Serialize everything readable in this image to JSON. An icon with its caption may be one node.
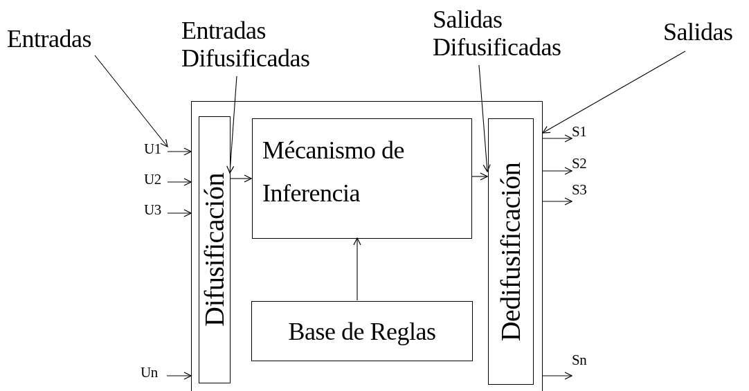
{
  "diagram": {
    "nodes": [
      {
        "text": [
          "Entradas"
        ]
      },
      {
        "text": [
          "Entradas Difusificadas"
        ]
      },
      {
        "text": [
          "Salidas Difusificadas"
        ]
      },
      {
        "text": [
          "Salidas"
        ]
      },
      {
        "text": [],
        "shape": "box"
      },
      {
        "text": [
          "Difusificación"
        ],
        "in": 4
      },
      {
        "text": [
          "Mécanismo de Inferencia"
        ],
        "in": 4
      },
      {
        "text": [
          "Base de Reglas"
        ],
        "in": 4
      },
      {
        "text": [
          "Dedifusificación"
        ],
        "in": 4
      },
      {
        "text": [
          "U1"
        ]
      },
      {
        "text": [
          "U2"
        ]
      },
      {
        "text": [
          "U3"
        ]
      },
      {
        "text": [
          "Un"
        ]
      },
      {
        "text": [
          "S1"
        ]
      },
      {
        "text": [
          "S2"
        ]
      },
      {
        "text": [
          "S3"
        ]
      },
      {
        "text": [
          "Sn"
        ]
      }
    ],
    "edges": [
      {
        "from": 0,
        "to": 9,
        "arrow": "to"
      },
      {
        "from": 1,
        "to": 5,
        "arrow": "to"
      },
      {
        "from": 2,
        "to": 8,
        "arrow": "to"
      },
      {
        "from": 3,
        "to": 4,
        "arrow": "to"
      },
      {
        "from": 9,
        "to": 4,
        "arrow": "to"
      },
      {
        "from": 10,
        "to": 4,
        "arrow": "to"
      },
      {
        "from": 11,
        "to": 4,
        "arrow": "to"
      },
      {
        "from": 12,
        "to": 4,
        "arrow": "to"
      },
      {
        "from": 5,
        "to": 6,
        "arrow": "to"
      },
      {
        "from": 6,
        "to": 8,
        "arrow": "to"
      },
      {
        "from": 7,
        "to": 6,
        "arrow": "to"
      },
      {
        "from": 4,
        "to": 13,
        "arrow": "to"
      },
      {
        "from": 4,
        "to": 14,
        "arrow": "to"
      },
      {
        "from": 4,
        "to": 15,
        "arrow": "to"
      },
      {
        "from": 4,
        "to": 16,
        "arrow": "to"
      }
    ]
  }
}
